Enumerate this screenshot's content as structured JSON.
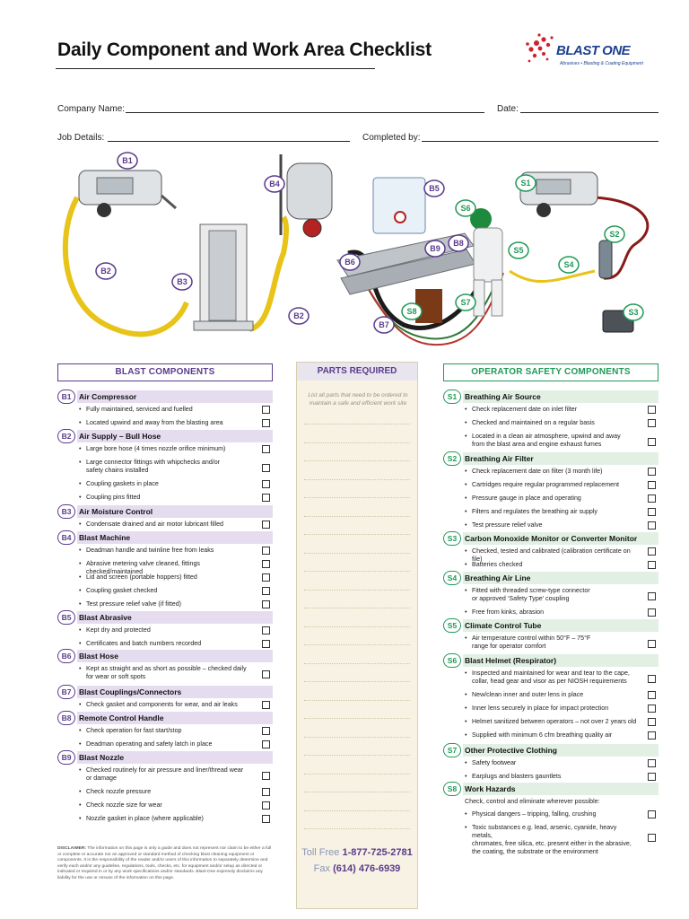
{
  "header": {
    "title": "Daily Component and Work Area Checklist",
    "logo_text": "BLAST ONE",
    "logo_tagline": "Abrasives • Blasting & Coating Equipment",
    "colors": {
      "blast": "#5a3b8c",
      "parts": "#5a3b8c",
      "safety": "#1f9a57",
      "logo_red": "#d0202a",
      "logo_blue": "#1d3f8f"
    }
  },
  "form": {
    "company_label": "Company Name:",
    "date_label": "Date:",
    "job_label": "Job Details:",
    "completed_label": "Completed by:"
  },
  "illustration_labels": [
    "B1",
    "B2",
    "B3",
    "B4",
    "B5",
    "B6",
    "B2",
    "B7",
    "B8",
    "B9",
    "S1",
    "S2",
    "S3",
    "S4",
    "S5",
    "S6",
    "S7",
    "S8"
  ],
  "blast": {
    "heading": "BLAST COMPONENTS",
    "sections": [
      {
        "code": "B1",
        "title": "Air Compressor",
        "items": [
          "Fully maintained, serviced and fuelled",
          "Located upwind and away from the blasting area"
        ]
      },
      {
        "code": "B2",
        "title": "Air Supply – Bull Hose",
        "items": [
          "Large bore hose (4 times nozzle orifice minimum)",
          "Large connector fittings with whipchecks and/or|safety chains installed",
          "Coupling gaskets in place",
          "Coupling pins fitted"
        ]
      },
      {
        "code": "B3",
        "title": "Air Moisture Control",
        "items": [
          "Condensate drained and air motor lubricant filled"
        ]
      },
      {
        "code": "B4",
        "title": "Blast Machine",
        "items": [
          "Deadman handle and twinline free from leaks",
          "Abrasive metering valve cleaned, fittings checked/maintained",
          "Lid and screen (portable hoppers) fitted",
          "Coupling gasket checked",
          "Test pressure relief valve (if fitted)"
        ]
      },
      {
        "code": "B5",
        "title": "Blast Abrasive",
        "items": [
          "Kept dry and protected",
          "Certificates and batch numbers recorded"
        ]
      },
      {
        "code": "B6",
        "title": "Blast Hose",
        "items": [
          "Kept as straight and as short as possible – checked daily|for wear or soft spots"
        ]
      },
      {
        "code": "B7",
        "title": "Blast Couplings/Connectors",
        "items": [
          "Check gasket and components for wear, and air leaks"
        ]
      },
      {
        "code": "B8",
        "title": "Remote Control Handle",
        "items": [
          "Check operation for fast start/stop",
          "Deadman operating and safety latch in place"
        ]
      },
      {
        "code": "B9",
        "title": "Blast Nozzle",
        "items": [
          "Checked routinely for air pressure and liner/thread wear|or damage",
          "Check nozzle pressure",
          "Check nozzle size for wear",
          "Nozzle gasket in place (where applicable)"
        ]
      }
    ]
  },
  "parts": {
    "heading": "PARTS REQUIRED",
    "note": "List all parts that need to be ordered to maintain a safe and efficient work site",
    "toll_label": "Toll Free",
    "toll_number": "1-877-725-2781",
    "fax_label": "Fax",
    "fax_number": "(614) 476-6939"
  },
  "safety": {
    "heading": "OPERATOR SAFETY COMPONENTS",
    "sections": [
      {
        "code": "S1",
        "title": "Breathing Air Source",
        "items": [
          "Check replacement date on inlet filter",
          "Checked and maintained on a regular basis",
          "Located in a clean air atmosphere, upwind and away|from the blast area and engine exhaust fumes"
        ]
      },
      {
        "code": "S2",
        "title": "Breathing Air Filter",
        "items": [
          "Check replacement date on filter (3 month life)",
          "Cartridges require regular programmed replacement",
          "Pressure gauge in place and operating",
          "Filters and regulates the breathing air supply",
          "Test pressure relief valve"
        ]
      },
      {
        "code": "S3",
        "title": "Carbon Monoxide Monitor or Converter Monitor",
        "items": [
          "Checked, tested and calibrated (calibration certificate on file)",
          "Batteries checked"
        ]
      },
      {
        "code": "S4",
        "title": "Breathing Air Line",
        "items": [
          "Fitted with threaded screw-type connector|or approved ‘Safety Type’ coupling",
          "Free from kinks, abrasion"
        ]
      },
      {
        "code": "S5",
        "title": "Climate Control Tube",
        "items": [
          "Air temperature control within 50°F – 75°F|range for operator comfort"
        ]
      },
      {
        "code": "S6",
        "title": "Blast Helmet (Respirator)",
        "items": [
          "Inspected and maintained for wear and tear to the cape,|collar, head gear and visor as per NIOSH requirements",
          "New/clean inner and outer lens in place",
          "Inner lens securely in place for impact protection",
          "Helmet sanitized between operators – not over 2 years old",
          "Supplied with minimum 6 cfm breathing quality air"
        ]
      },
      {
        "code": "S7",
        "title": "Other Protective Clothing",
        "items": [
          "Safety footwear",
          "Earplugs and blasters gauntlets"
        ]
      },
      {
        "code": "S8",
        "title": "Work Hazards",
        "note": "Check, control and eliminate wherever possible:",
        "items": [
          "Physical dangers – tripping, falling, crushing",
          "Toxic substances e.g. lead, arsenic, cyanide, heavy metals,|chromates, free silica, etc. present either in the abrasive,|the coating, the substrate or the environment"
        ]
      }
    ]
  },
  "disclaimer": {
    "label": "DISCLAIMER:",
    "text": "The information on this page is only a guide and does not represent nor claim to be either a full or complete or accurate nor an approved or standard method of checking blast cleaning equipment or components. It is the responsibility of the reader and/or users of this information to separately determine and verify each and/or any guideline, regulations, tools, checks, etc. for equipment and/or setup as directed or indicated or required in or by any work specifications and/or standards. Blast-One expressly disclaims any liability for the use or misuse of the information on this page."
  }
}
